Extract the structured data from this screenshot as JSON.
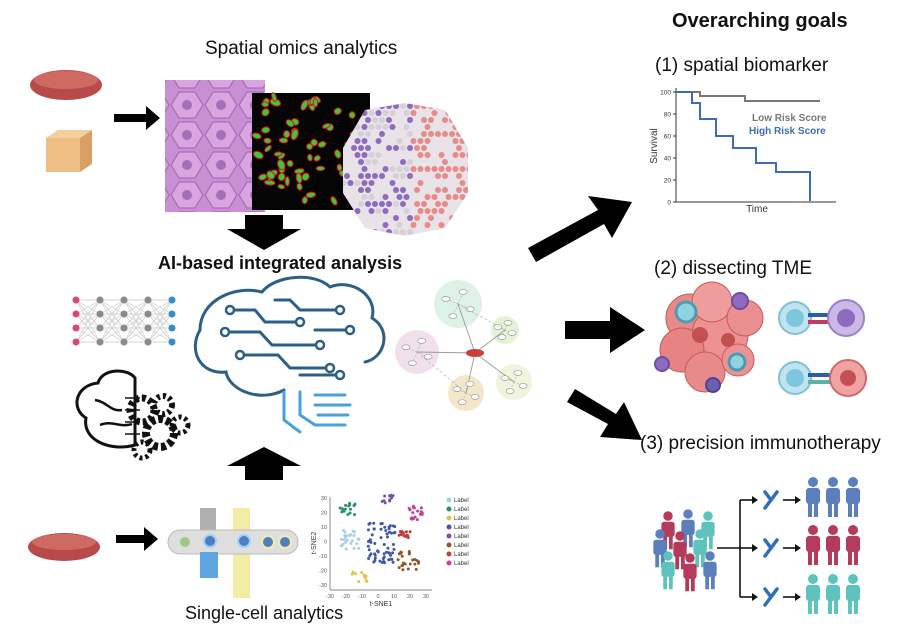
{
  "labels": {
    "spatial_omics": "Spatial omics analytics",
    "ai_analysis": "AI-based integrated analysis",
    "single_cell": "Single-cell analytics",
    "overarching_goals": "Overarching goals",
    "goal_1": "(1) spatial biomarker",
    "goal_2": "(2) dissecting TME",
    "goal_3": "(3) precision immunotherapy"
  },
  "survival_plot": {
    "ylabel": "Survival",
    "xlabel": "Time",
    "yticks": [
      "100",
      "80",
      "60",
      "40",
      "20",
      "0"
    ],
    "legend_low": "Low Risk Score",
    "legend_high": "High Risk Score",
    "low_color": "#777777",
    "high_color": "#3b6db5"
  },
  "tsne_plot": {
    "xlabel": "t-SNE1",
    "ylabel": "t-SNE2",
    "xticks": [
      "-30",
      "-20",
      "-10",
      "0",
      "10",
      "20",
      "30"
    ],
    "yticks": [
      "30",
      "20",
      "10",
      "0",
      "-10",
      "-20",
      "-30"
    ],
    "legend": [
      {
        "label": "Label",
        "color": "#a9cfe6"
      },
      {
        "label": "Label",
        "color": "#2d8f6a"
      },
      {
        "label": "Label",
        "color": "#e7c24a"
      },
      {
        "label": "Label",
        "color": "#3f57a8"
      },
      {
        "label": "Label",
        "color": "#7b4fa0"
      },
      {
        "label": "Label",
        "color": "#8a5a2b"
      },
      {
        "label": "Label",
        "color": "#c43a3a"
      },
      {
        "label": "Label",
        "color": "#c2409a"
      }
    ]
  },
  "colors": {
    "arrow": "#000000",
    "tissue": "#b94a4a",
    "circuit": "#2d5f86",
    "cell_pink": "#e68989",
    "cell_purple": "#8e6bbf",
    "cell_cyan": "#8fd3e0",
    "person_blue": "#5b7fbd",
    "person_red": "#b43b5c",
    "person_teal": "#5fc3bd"
  }
}
